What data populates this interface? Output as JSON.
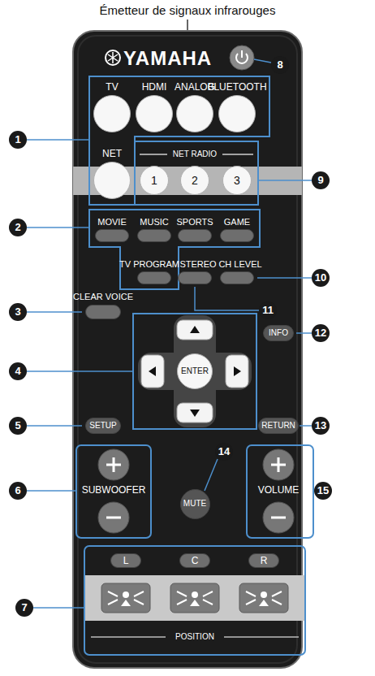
{
  "diagram": {
    "nodes": [
      {
        "text": [
          "TV"
        ]
      },
      {
        "text": [
          "HDMI"
        ]
      },
      {
        "text": [
          "ANALOG"
        ]
      },
      {
        "text": [
          "BLUETOOTH"
        ]
      },
      {
        "text": [
          "NET"
        ]
      },
      {
        "text": [
          "1"
        ]
      },
      {
        "text": [
          "2"
        ]
      },
      {
        "text": [
          "3"
        ]
      },
      {
        "text": [
          "MOVIE"
        ]
      },
      {
        "text": [
          "MUSIC"
        ]
      },
      {
        "text": [
          "SPORTS"
        ]
      },
      {
        "text": [
          "GAME"
        ]
      },
      {
        "text": [
          "TV PROGRAM"
        ]
      },
      {
        "text": [
          "STEREO"
        ]
      },
      {
        "text": [
          "CH LEVEL"
        ]
      },
      {
        "text": [
          "CLEAR VOICE"
        ]
      },
      {
        "text": [
          "ENTER"
        ]
      },
      {
        "text": [
          "INFO"
        ]
      },
      {
        "text": [
          "SETUP"
        ]
      },
      {
        "text": [
          "RETURN"
        ]
      },
      {
        "text": [
          "MUTE"
        ]
      },
      {
        "text": [
          "L"
        ]
      },
      {
        "text": [
          "C"
        ]
      },
      {
        "text": [
          "R"
        ]
      }
    ],
    "labels": [
      "Émetteur de signaux infrarouges",
      "YAMAHA",
      "NET RADIO",
      "SUBWOOFER",
      "VOLUME",
      "POSITION",
      "1",
      "2",
      "3",
      "4",
      "5",
      "6",
      "7",
      "8",
      "9",
      "10",
      "11",
      "12",
      "13",
      "14",
      "15"
    ]
  }
}
